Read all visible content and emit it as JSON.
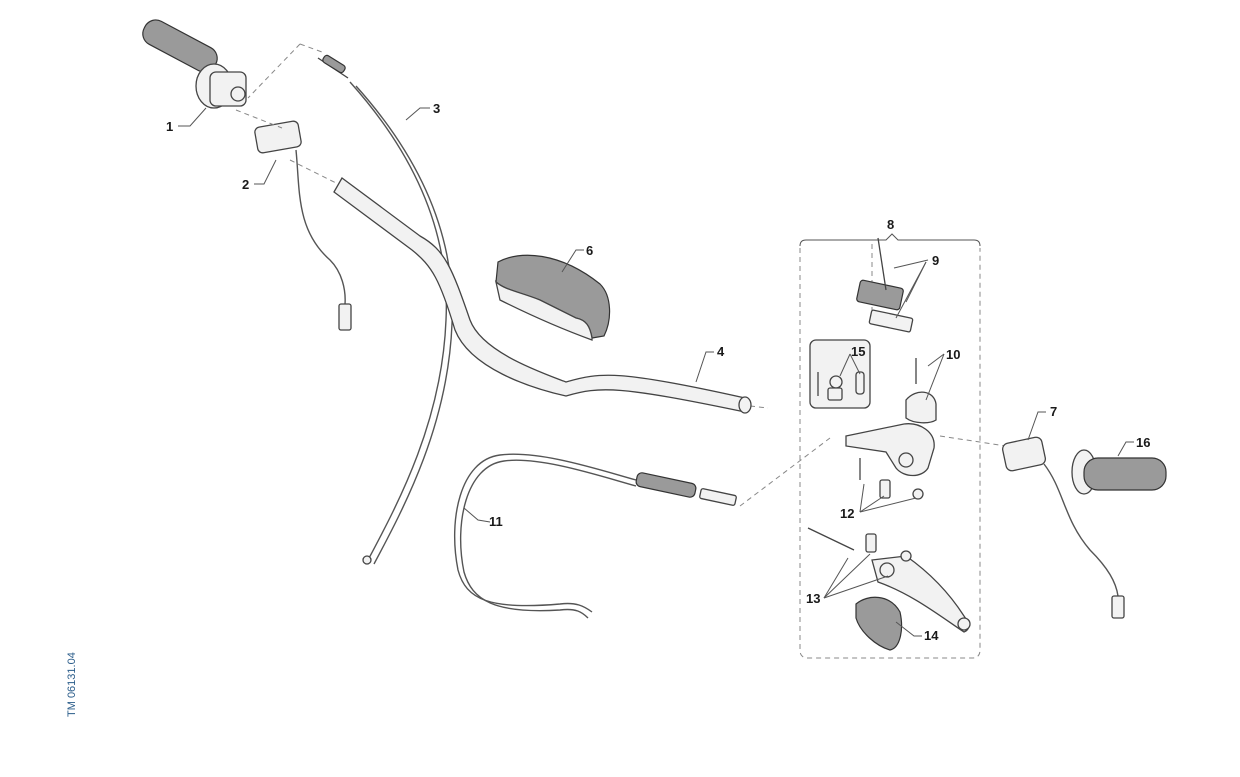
{
  "drawing_code": "TM 06131.04",
  "callouts": {
    "c1": "1",
    "c2": "2",
    "c3": "3",
    "c4": "4",
    "c6": "6",
    "c7": "7",
    "c8": "8",
    "c9": "9",
    "c10": "10",
    "c11": "11",
    "c12": "12",
    "c13": "13",
    "c14": "14",
    "c15": "15",
    "c16": "16"
  },
  "colors": {
    "line": "#444444",
    "accent_code": "#2a5c8a"
  }
}
